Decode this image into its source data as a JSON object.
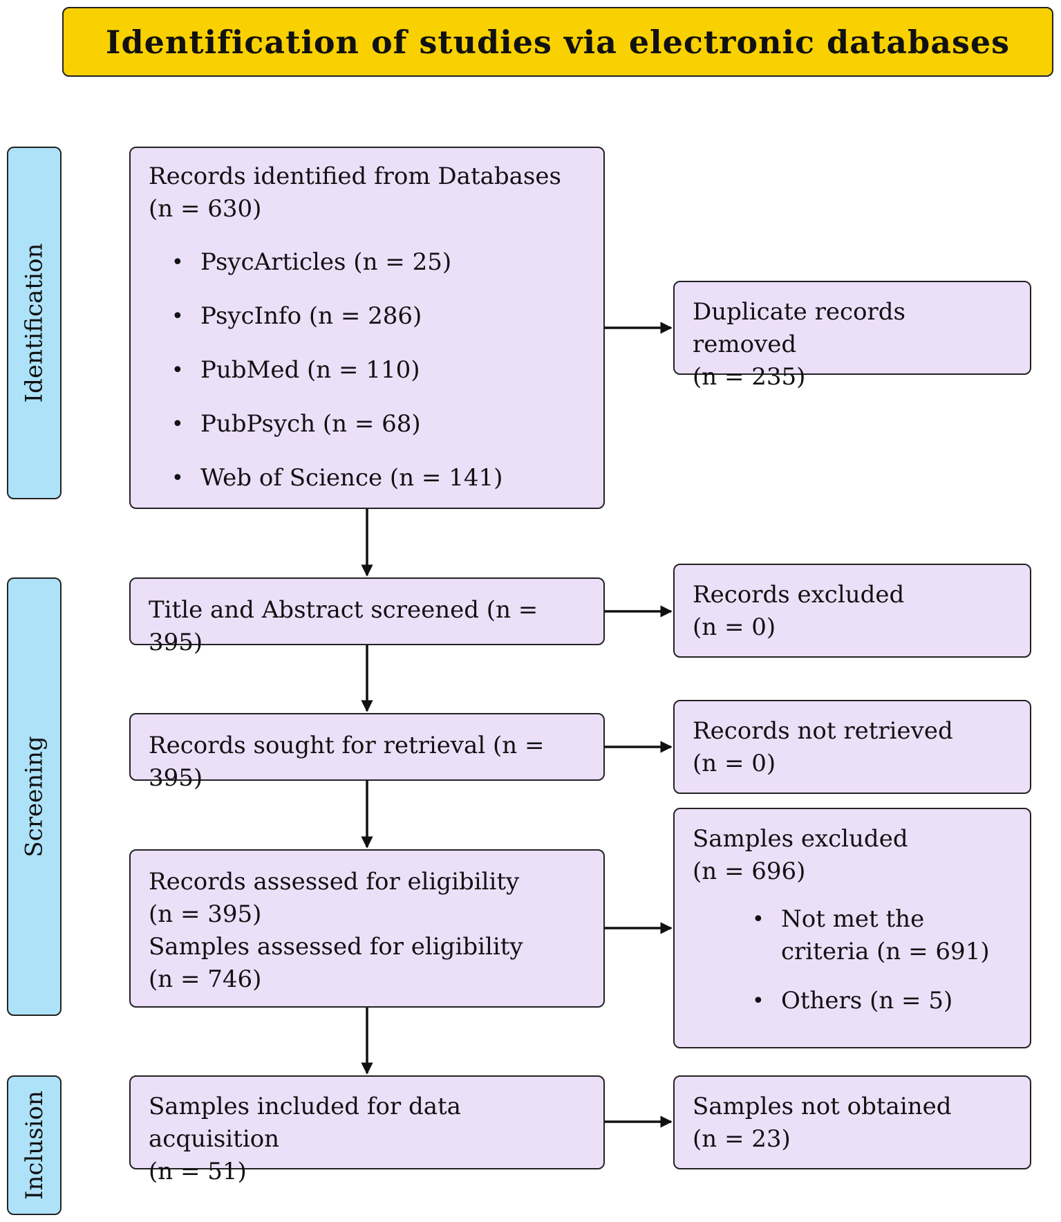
{
  "header": {
    "title": "Identification of studies via electronic databases"
  },
  "phases": {
    "identification": "Identification",
    "screening": "Screening",
    "inclusion": "Inclusion"
  },
  "identified": {
    "title": "Records identified from Databases",
    "count": "(n = 630)",
    "items": [
      "PsycArticles (n = 25)",
      "PsycInfo (n = 286)",
      "PubMed (n = 110)",
      "PubPsych (n = 68)",
      "Web of Science (n = 141)"
    ]
  },
  "duplicates": {
    "title": "Duplicate records removed",
    "count": "(n = 235)"
  },
  "screened": {
    "title": "Title and Abstract screened (n = 395)"
  },
  "excluded": {
    "title": "Records excluded",
    "count": "(n = 0)"
  },
  "sought": {
    "title": "Records sought for retrieval (n = 395)"
  },
  "not_retrieved": {
    "title": "Records not retrieved",
    "count": "(n = 0)"
  },
  "assessed": {
    "records_title": "Records assessed for eligibility",
    "records_count": "(n = 395)",
    "samples_title": "Samples assessed for eligibility",
    "samples_count": "(n = 746)"
  },
  "samples_excluded": {
    "title": "Samples excluded",
    "count": "(n = 696)",
    "items": [
      "Not met the criteria (n = 691)",
      "Others (n = 5)"
    ]
  },
  "included": {
    "title": "Samples included for data acquisition",
    "count": "(n = 51)"
  },
  "not_obtained": {
    "title": "Samples not obtained",
    "count": "(n = 23)"
  }
}
